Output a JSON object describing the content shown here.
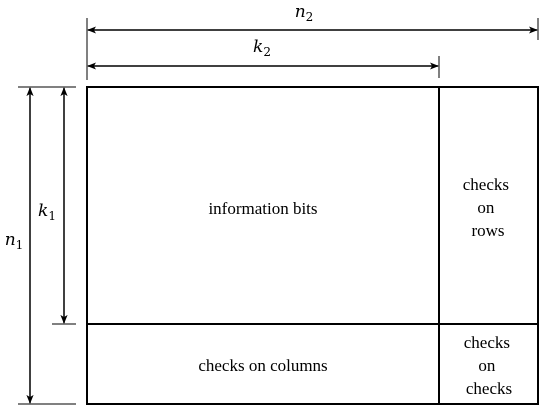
{
  "dimensions": {
    "n2": {
      "main": "n",
      "sub": "2"
    },
    "k2": {
      "main": "k",
      "sub": "2"
    },
    "n1": {
      "main": "n",
      "sub": "1"
    },
    "k1": {
      "main": "k",
      "sub": "1"
    }
  },
  "regions": {
    "information": [
      "information bits"
    ],
    "row_checks": [
      "checks",
      "on",
      "rows"
    ],
    "column_checks": [
      "checks on columns"
    ],
    "check_checks": [
      "checks",
      "on",
      "checks"
    ]
  },
  "colors": {
    "stroke": "#000000",
    "background": "#ffffff"
  }
}
